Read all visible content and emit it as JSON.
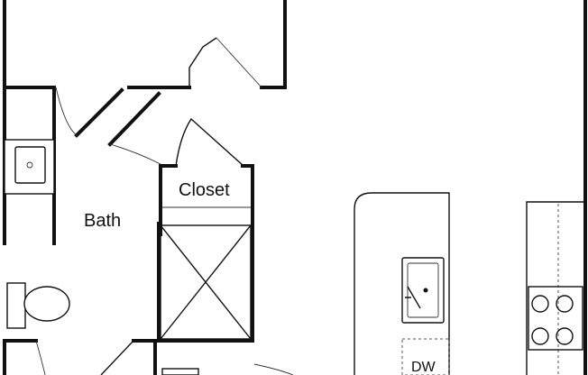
{
  "plan": {
    "rooms": {
      "bath": "Bath",
      "closet": "Closet"
    },
    "fixtures": {
      "dishwasher": "DW"
    }
  },
  "colors": {
    "wall": "#111111",
    "background": "#ffffff"
  }
}
